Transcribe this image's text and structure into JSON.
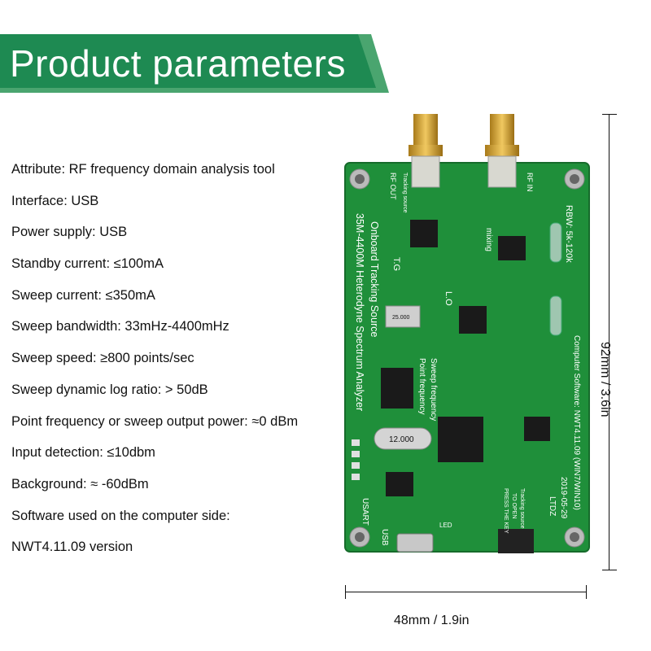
{
  "banner": {
    "title": "Product parameters",
    "color": "#1e8a52",
    "accent": "#4aa56f"
  },
  "specs": [
    "Attribute: RF frequency domain analysis tool",
    "Interface: USB",
    "Power supply: USB",
    "Standby current: ≤100mA",
    "Sweep current: ≤350mA",
    "Sweep bandwidth: 33mHz-4400mHz",
    "Sweep speed: ≥800 points/sec",
    "Sweep dynamic log ratio: > 50dB",
    "Point frequency or sweep output power: ≈0 dBm",
    "Input detection: ≤10dbm",
    "Background: ≈ -60dBm",
    "Software used on the computer side:",
    "NWT4.11.09 version"
  ],
  "dimensions": {
    "height": "92mm / 3.6in",
    "width": "48mm / 1.9in"
  },
  "board": {
    "color": "#1f8f3a",
    "title_line1": "35M-4400M Heterodyne Spectrum Analyzer",
    "title_line2": "Onboard Tracking Source",
    "software": "Computer Software: NWT4.11.09 (WIN7/WIN10)",
    "brand": "LTDZ",
    "date": "2019-05-29",
    "rbw": "RBW: 5k-120k",
    "rf_out": "RF OUT",
    "rf_in": "RF IN",
    "tracking_source": "Tracking source",
    "mixing": "mixing",
    "tg": "T.G",
    "lo": "L.O",
    "point_freq": "Point frequency",
    "sweep_freq": "Sweep frequency",
    "usart": "USART",
    "usb": "USB",
    "led": "LED",
    "crystal_1": "25.000",
    "crystal_2": "12.000",
    "press_key_1": "PRESS THE KEY",
    "press_key_2": "TO OPEN",
    "press_key_3": "Tracking source"
  }
}
